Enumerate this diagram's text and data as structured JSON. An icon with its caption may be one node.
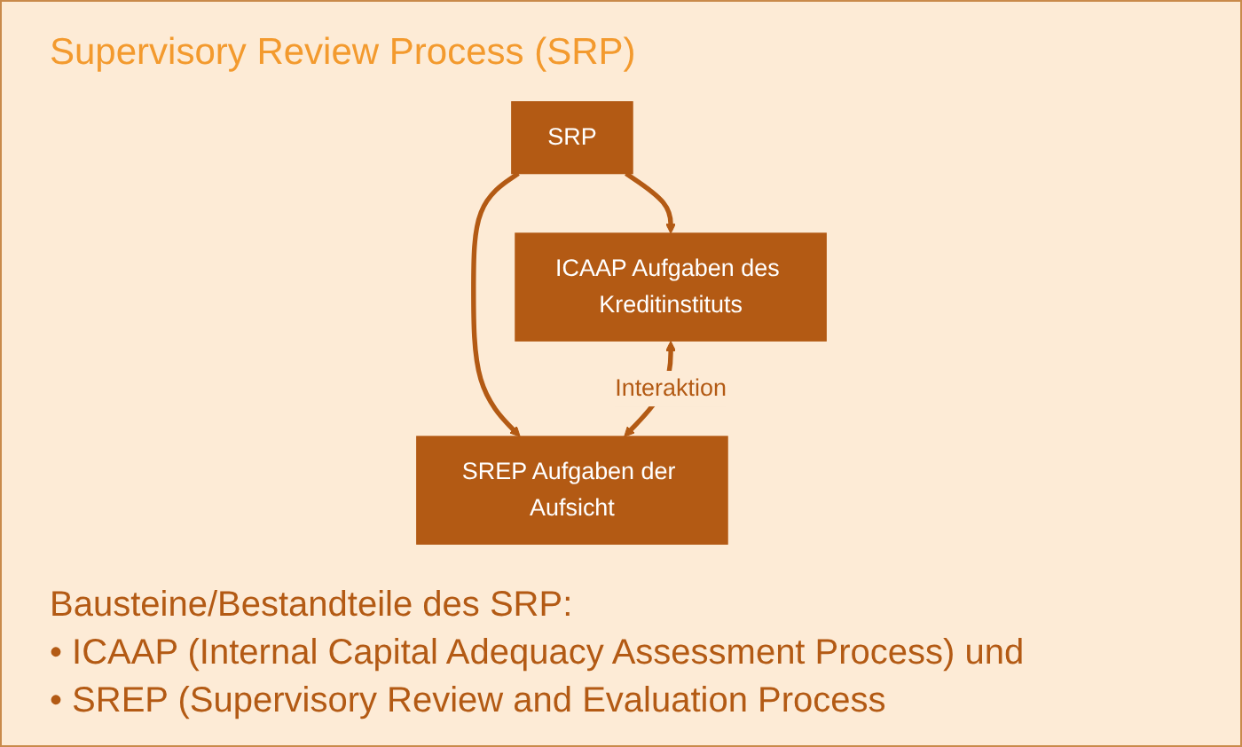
{
  "diagram": {
    "title": "Supervisory Review Process (SRP)",
    "nodes": [
      {
        "text": [
          "SRP"
        ]
      },
      {
        "text": [
          "ICAAP Aufgaben des Kreditinstituts"
        ]
      },
      {
        "text": [
          "SREP Aufgaben der Aufsicht"
        ]
      }
    ],
    "edges": [
      {
        "from": 0,
        "to": 1,
        "arrow": "to"
      },
      {
        "from": 0,
        "to": 2,
        "arrow": "to"
      },
      {
        "from": 1,
        "to": 2,
        "arrow": "both",
        "label": "Interaktion"
      }
    ],
    "labels": [
      "Bausteine/Bestandteile des SRP:",
      "• ICAAP (Internal Capital Adequacy Assessment Process) und",
      "• SREP (Supervisory Review and Evaluation Process"
    ]
  }
}
